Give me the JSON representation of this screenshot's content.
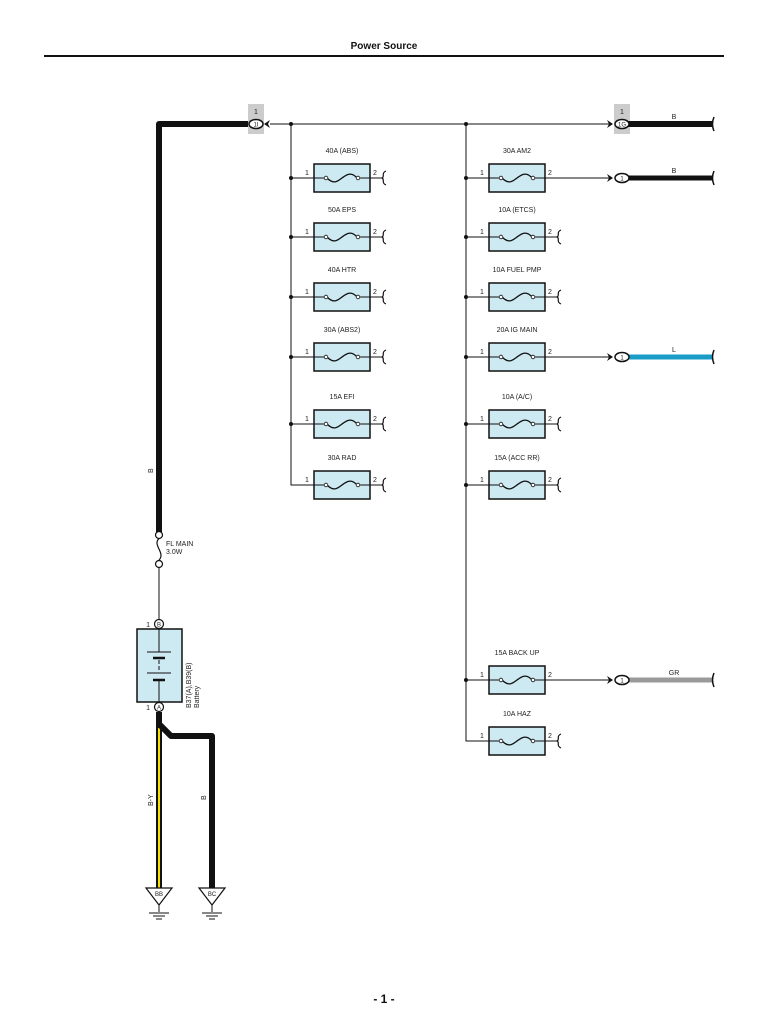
{
  "header": {
    "title": "Power Source"
  },
  "footer": {
    "page_number": "- 1 -"
  },
  "colors": {
    "wire_black": "#111111",
    "wire_blue": "#1a9cc7",
    "wire_gray": "#9a9a9a",
    "wire_yellow": "#f5e000",
    "fuse_fill": "#cde9f2",
    "connector_highlight": "#cccccc"
  },
  "battery": {
    "label_line1": "B37(A),B39(B)",
    "label_line2": "Battery",
    "terminal_top": {
      "pin": "1",
      "id": "B"
    },
    "terminal_bottom": {
      "pin": "1",
      "id": "A"
    }
  },
  "main_fuse": {
    "label_line1": "FL MAIN",
    "label_line2": "3.0W"
  },
  "main_wire": {
    "color_code": "B"
  },
  "grounds": [
    {
      "id": "BB",
      "wire_color": "B-Y"
    },
    {
      "id": "BC",
      "wire_color": "B"
    }
  ],
  "connectors": {
    "left_inline": {
      "pin": "1",
      "id": "1I"
    },
    "right_inline": {
      "pin": "1",
      "id": "1G",
      "wire_color": "B"
    }
  },
  "fuses_left": [
    {
      "label": "40A (ABS)",
      "pin_in": "1",
      "pin_out": "2"
    },
    {
      "label": "50A EPS",
      "pin_in": "1",
      "pin_out": "2"
    },
    {
      "label": "40A HTR",
      "pin_in": "1",
      "pin_out": "2"
    },
    {
      "label": "30A (ABS2)",
      "pin_in": "1",
      "pin_out": "2"
    },
    {
      "label": "15A EFI",
      "pin_in": "1",
      "pin_out": "2"
    },
    {
      "label": "30A RAD",
      "pin_in": "1",
      "pin_out": "2"
    }
  ],
  "fuses_right": [
    {
      "label": "30A AM2",
      "pin_in": "1",
      "pin_out": "2",
      "output": {
        "connector_pin": "1",
        "wire_color": "B",
        "color": "black"
      }
    },
    {
      "label": "10A (ETCS)",
      "pin_in": "1",
      "pin_out": "2"
    },
    {
      "label": "10A FUEL PMP",
      "pin_in": "1",
      "pin_out": "2"
    },
    {
      "label": "20A IG MAIN",
      "pin_in": "1",
      "pin_out": "2",
      "output": {
        "connector_pin": "1",
        "wire_color": "L",
        "color": "blue"
      }
    },
    {
      "label": "10A (A/C)",
      "pin_in": "1",
      "pin_out": "2"
    },
    {
      "label": "15A (ACC RR)",
      "pin_in": "1",
      "pin_out": "2"
    },
    {
      "label": "15A BACK UP",
      "pin_in": "1",
      "pin_out": "2",
      "output": {
        "connector_pin": "1",
        "wire_color": "GR",
        "color": "gray"
      }
    },
    {
      "label": "10A HAZ",
      "pin_in": "1",
      "pin_out": "2"
    }
  ]
}
